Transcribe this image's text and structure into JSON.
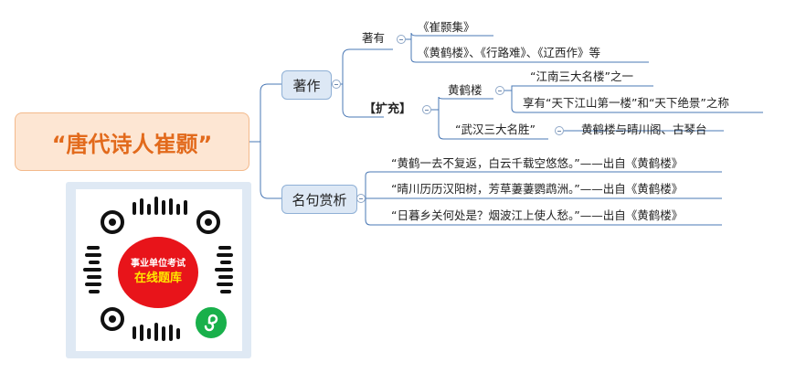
{
  "root": {
    "title": "“唐代诗人崔颢”"
  },
  "branches": {
    "works": {
      "label": "著作",
      "zhuyou": {
        "label": "著有",
        "items": [
          "《崔颢集》",
          "《黄鹤楼》、《行路难》、《辽西作》等"
        ]
      },
      "expand": {
        "label": "【扩充】",
        "huanghelou": {
          "label": "黄鹤楼",
          "items": [
            "“江南三大名楼”之一",
            "享有“天下江山第一楼”和“天下绝景”之称"
          ]
        },
        "wuhan": {
          "label": "“武汉三大名胜”",
          "item": "黄鹤楼与晴川阁、古琴台"
        }
      }
    },
    "quotes": {
      "label": "名句赏析",
      "items": [
        "“黄鹤一去不复返，白云千载空悠悠。”——出自《黄鹤楼》",
        "“晴川历历汉阳树，芳草萋萋鹦鹉洲。”——出自《黄鹤楼》",
        "“日暮乡关何处是？烟波江上使人愁。”——出自《黄鹤楼》"
      ]
    }
  },
  "qr": {
    "badge_line1": "事业单位考试",
    "badge_line2": "在线题库",
    "icon": "mini-program-icon"
  },
  "colors": {
    "root_text": "#e26a1c",
    "root_fill": "#fde6d3",
    "node_fill": "#dde8f5",
    "line": "#4a78b5",
    "qr_badge": "#e8141a"
  }
}
